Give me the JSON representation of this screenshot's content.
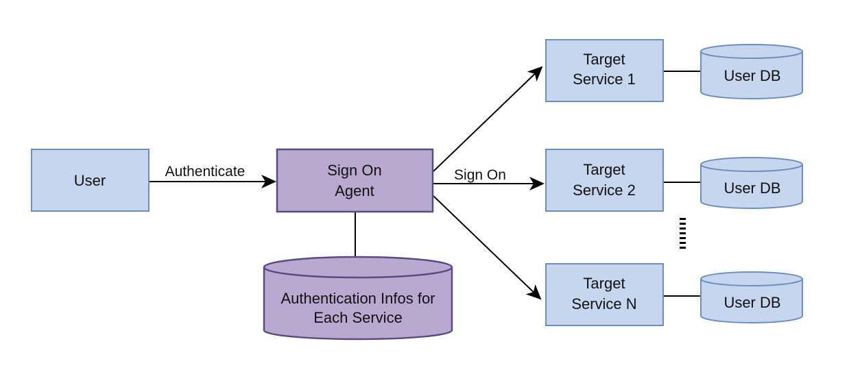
{
  "colors": {
    "blue_fill": "#c5d6ee",
    "blue_stroke": "#6d8ebf",
    "purple_fill": "#b9a8cf",
    "purple_stroke": "#5a4a83",
    "line": "#000000"
  },
  "nodes": {
    "user": {
      "label": "User"
    },
    "agent": {
      "line1": "Sign On",
      "line2": "Agent"
    },
    "auth_db": {
      "line1": "Authentication Infos for",
      "line2": "Each Service"
    },
    "service1": {
      "line1": "Target",
      "line2": "Service 1"
    },
    "service2": {
      "line1": "Target",
      "line2": "Service 2"
    },
    "serviceN": {
      "line1": "Target",
      "line2": "Service N"
    },
    "db1": {
      "label": "User DB"
    },
    "db2": {
      "label": "User DB"
    },
    "dbN": {
      "label": "User DB"
    }
  },
  "edges": {
    "authenticate": {
      "label": "Authenticate"
    },
    "sign_on": {
      "label": "Sign On"
    }
  },
  "icons": {
    "ellipsis": "vertical-dotted-ellipsis-icon"
  }
}
